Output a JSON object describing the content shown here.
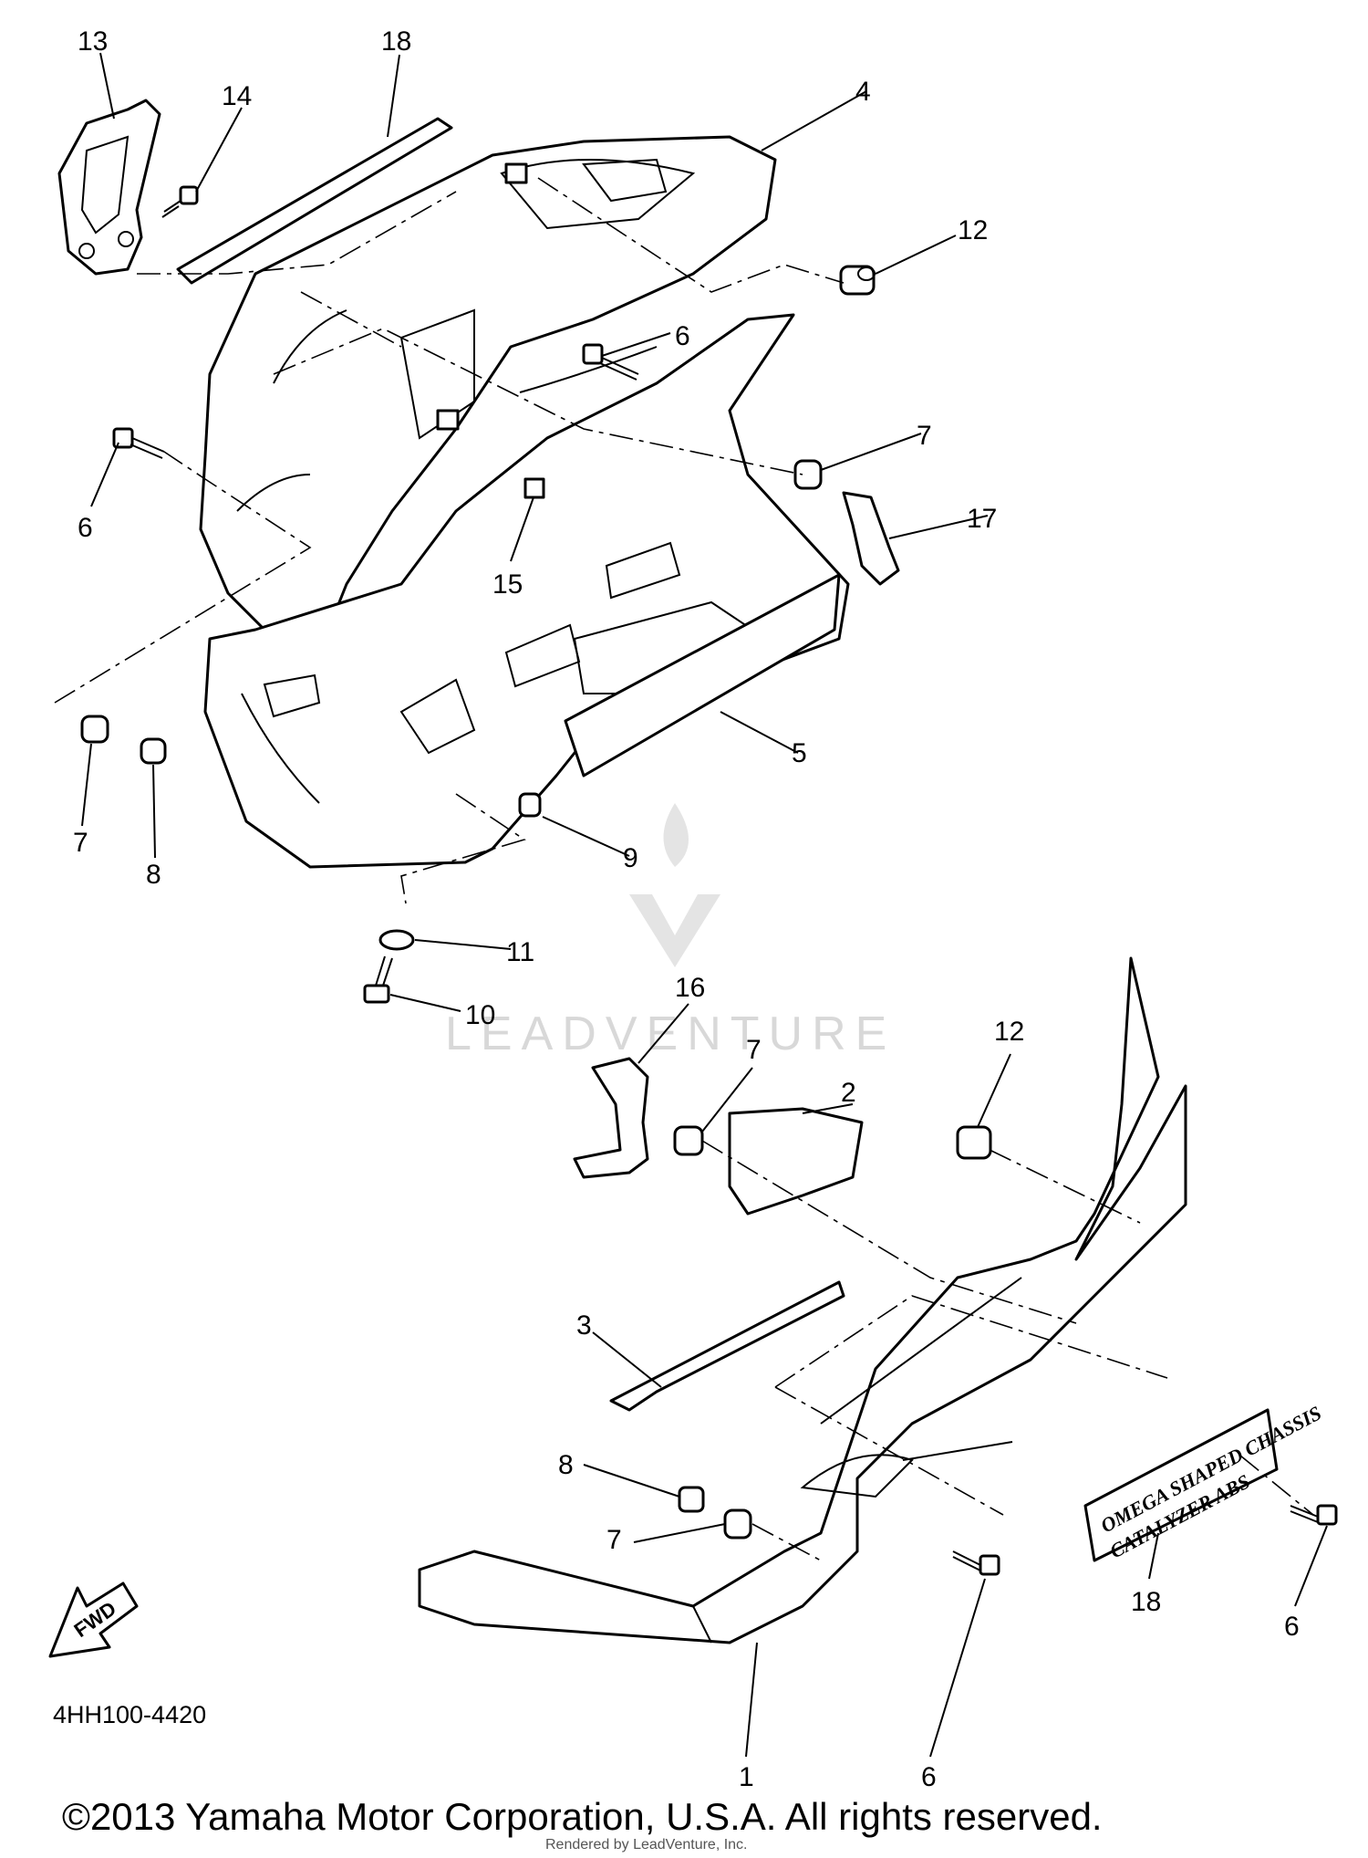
{
  "diagram_code": "4HH100-4420",
  "copyright": "©2013 Yamaha Motor Corporation, U.S.A. All rights reserved.",
  "rendered_by": "Rendered by LeadVenture, Inc.",
  "watermark": "LEADVENTURE",
  "fwd_label": "FWD",
  "decal": {
    "line1": "OMEGA SHAPED CHASSIS",
    "line2": "CATALYZER ABS"
  },
  "callouts": [
    {
      "id": "c13a",
      "text": "13"
    },
    {
      "id": "c18a",
      "text": "18"
    },
    {
      "id": "c14a",
      "text": "14"
    },
    {
      "id": "c4a",
      "text": "4"
    },
    {
      "id": "c12a",
      "text": "12"
    },
    {
      "id": "c6a",
      "text": "6"
    },
    {
      "id": "c6b",
      "text": "6"
    },
    {
      "id": "c7a",
      "text": "7"
    },
    {
      "id": "c17a",
      "text": "17"
    },
    {
      "id": "c15a",
      "text": "15"
    },
    {
      "id": "c5a",
      "text": "5"
    },
    {
      "id": "c7b",
      "text": "7"
    },
    {
      "id": "c8a",
      "text": "8"
    },
    {
      "id": "c9a",
      "text": "9"
    },
    {
      "id": "c11a",
      "text": "11"
    },
    {
      "id": "c10a",
      "text": "10"
    },
    {
      "id": "c16a",
      "text": "16"
    },
    {
      "id": "c7c",
      "text": "7"
    },
    {
      "id": "c2a",
      "text": "2"
    },
    {
      "id": "c12b",
      "text": "12"
    },
    {
      "id": "c3a",
      "text": "3"
    },
    {
      "id": "c8b",
      "text": "8"
    },
    {
      "id": "c7d",
      "text": "7"
    },
    {
      "id": "c18b",
      "text": "18"
    },
    {
      "id": "c6c",
      "text": "6"
    },
    {
      "id": "c1a",
      "text": "1"
    },
    {
      "id": "c6d",
      "text": "6"
    }
  ]
}
